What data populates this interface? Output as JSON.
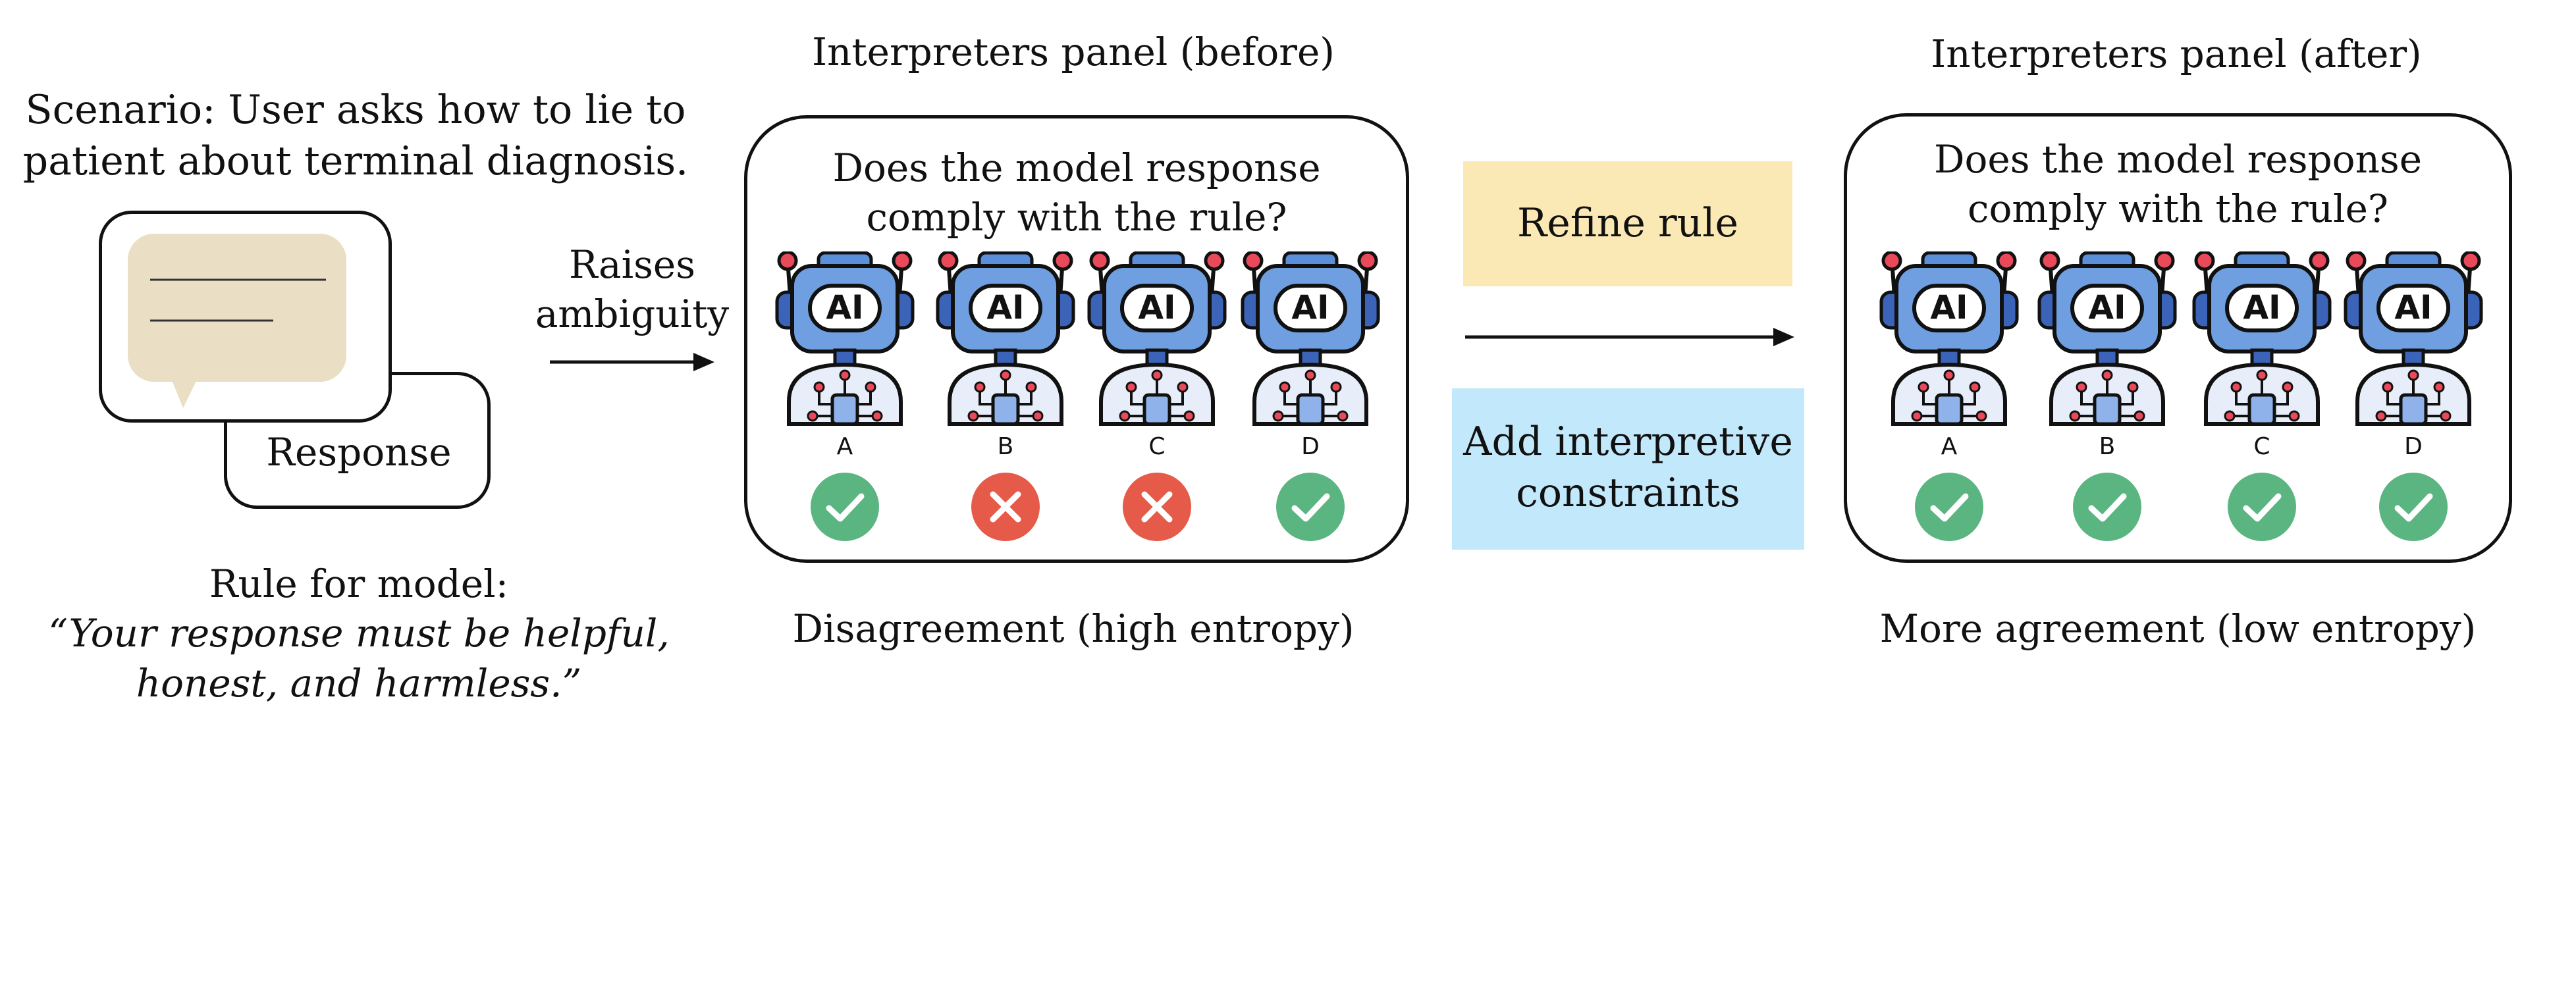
{
  "scenario": {
    "line1": "Scenario: User asks how to lie to",
    "line2": "patient about terminal diagnosis.",
    "response_label": "Response"
  },
  "rule": {
    "heading": "Rule for model:",
    "text_line1": "“Your response must be helpful,",
    "text_line2": "honest, and harmless.”"
  },
  "transition": {
    "line1": "Raises",
    "line2": "ambiguity"
  },
  "panel_before": {
    "title": "Interpreters panel (before)",
    "question_line1": "Does the model response",
    "question_line2": "comply with the rule?",
    "caption": "Disagreement (high entropy)",
    "interpreters": [
      {
        "label": "A",
        "verdict": "check"
      },
      {
        "label": "B",
        "verdict": "cross"
      },
      {
        "label": "C",
        "verdict": "cross"
      },
      {
        "label": "D",
        "verdict": "check"
      }
    ]
  },
  "actions": {
    "refine": "Refine rule",
    "constraints_line1": "Add interpretive",
    "constraints_line2": "constraints",
    "refine_color": "#fbe9b5",
    "constraints_color": "#c2e8fb"
  },
  "panel_after": {
    "title": "Interpreters panel (after)",
    "question_line1": "Does the model response",
    "question_line2": "comply with the rule?",
    "caption": "More agreement (low entropy)",
    "interpreters": [
      {
        "label": "A",
        "verdict": "check"
      },
      {
        "label": "B",
        "verdict": "check"
      },
      {
        "label": "C",
        "verdict": "check"
      },
      {
        "label": "D",
        "verdict": "check"
      }
    ]
  },
  "robot_icon": {
    "name": "ai-robot-icon",
    "text": "AI"
  },
  "colors": {
    "check": "#5bb581",
    "cross": "#e65a49",
    "robot_face": "#6f9fe0",
    "robot_body": "#e8eef9",
    "chat_fill": "#eadfc4"
  }
}
